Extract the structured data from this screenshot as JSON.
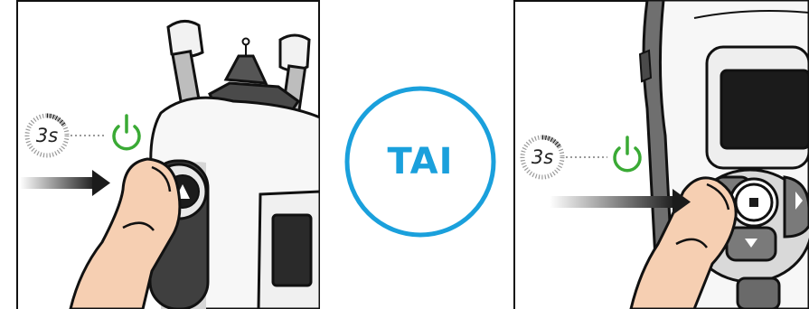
{
  "center_badge": {
    "text": "TAI",
    "color": "#1aa0dc"
  },
  "left_step": {
    "timer_label": "3s",
    "power_icon": "power-icon",
    "arrow_icon": "push-arrow-icon",
    "power_color": "#3aaa35"
  },
  "right_step": {
    "timer_label": "3s",
    "power_icon": "power-icon",
    "arrow_icon": "push-arrow-icon",
    "power_color": "#3aaa35"
  }
}
